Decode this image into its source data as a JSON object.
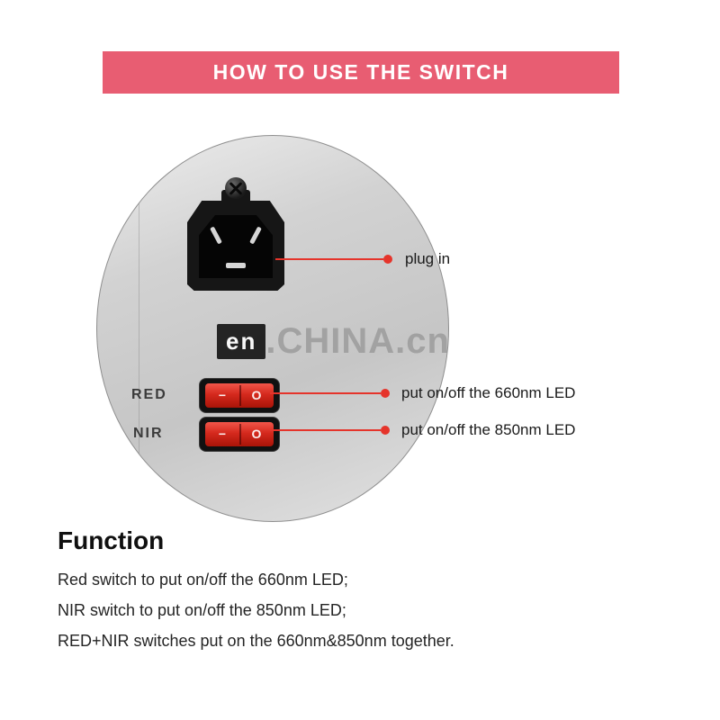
{
  "banner": {
    "title": "HOW TO USE THE SWITCH"
  },
  "diagram": {
    "watermark": {
      "block": "en",
      "suffix": ".CHINA.cn"
    },
    "switches": {
      "row1_label": "RED",
      "row2_label": "NIR",
      "on_symbol": "−",
      "off_symbol": "O"
    },
    "annotations": [
      {
        "text": "plug in"
      },
      {
        "text": "put on/off the 660nm LED"
      },
      {
        "text": "put on/off the 850nm LED"
      }
    ]
  },
  "function_section": {
    "heading": "Function",
    "lines": [
      "Red switch to put on/off the 660nm LED;",
      "NIR switch to put on/off the 850nm LED;",
      "RED+NIR switches put on the 660nm&850nm together."
    ]
  },
  "colors": {
    "banner_bg": "#e85d72",
    "annotation_red": "#e5342b",
    "switch_red": "#d5291d",
    "panel_gray": "#c9c9c9"
  }
}
